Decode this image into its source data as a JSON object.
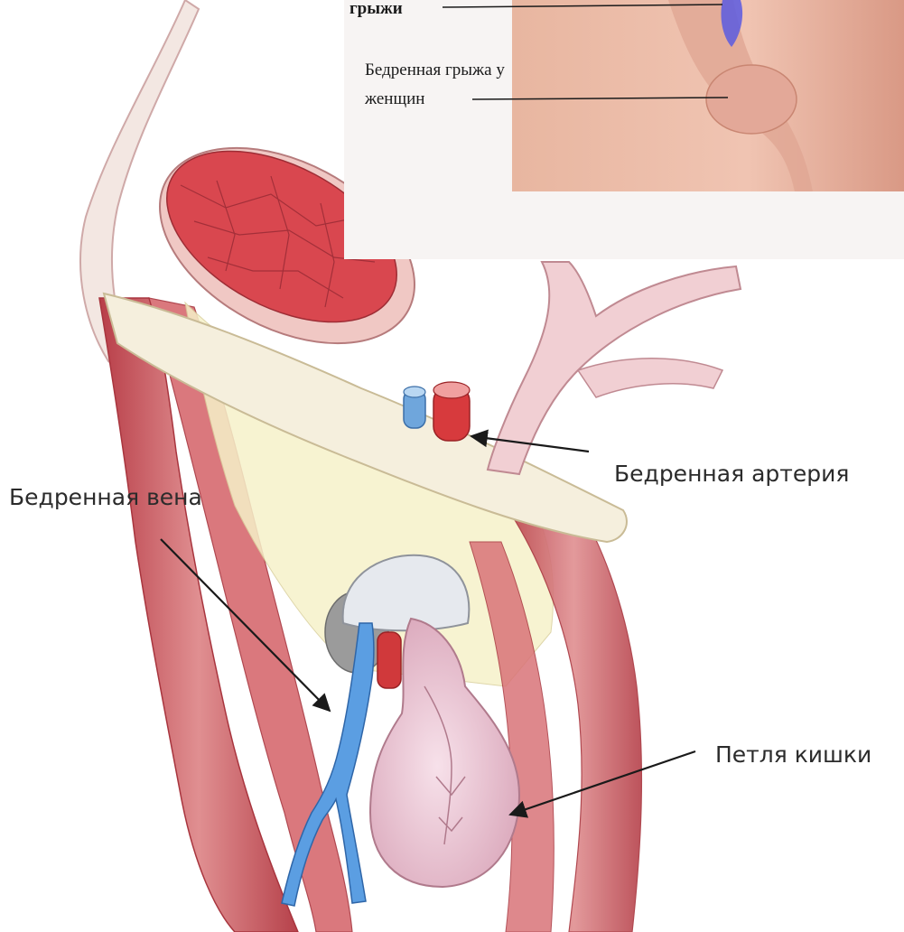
{
  "labels": {
    "femoral_artery": "Бедренная артерия",
    "femoral_vein": "Бедренная вена",
    "bowel_loop": "Петля кишки"
  },
  "inset": {
    "top_label_fragment": "грыжи",
    "female_hernia_line1": "Бедренная грыжа у",
    "female_hernia_line2": "женщин"
  },
  "colors": {
    "muscle": "#c9505a",
    "muscle_light": "#e7a1a2",
    "vein": "#5a9ee0",
    "artery": "#d5363a",
    "ligament": "#f6f0dc",
    "skin": "#eab7a2",
    "bowel": "#ecc6d3",
    "arrow": "#1a1a1a"
  }
}
